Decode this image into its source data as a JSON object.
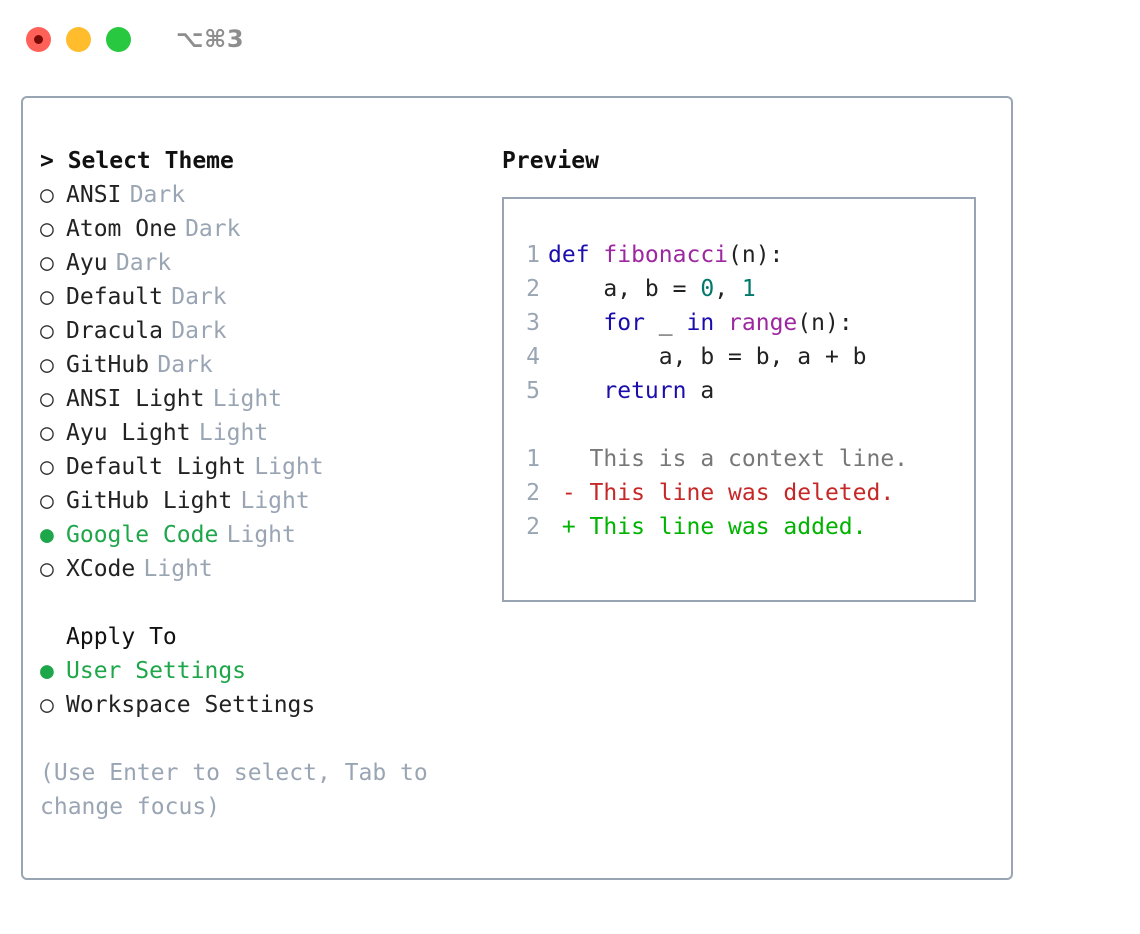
{
  "window": {
    "title": "⌥⌘3",
    "traffic_lights": [
      {
        "name": "close",
        "color": "#FF6159"
      },
      {
        "name": "minimize",
        "color": "#FFBD2E"
      },
      {
        "name": "maximize",
        "color": "#28C840"
      }
    ]
  },
  "colors": {
    "accent_green": "#1EA64A",
    "muted": "#9AA5B4",
    "border": "#9AA5B4",
    "keyword": "#1A0DAB",
    "function": "#9C27A0",
    "number": "#00796B",
    "diff_add": "#00B300",
    "diff_del": "#C62828",
    "diff_ctx": "#777777"
  },
  "theme_picker": {
    "header": "> Select Theme",
    "prompt": ">",
    "bullet_selected": "●",
    "bullet_unselected": "○",
    "options": [
      {
        "label": "ANSI",
        "tag": "Dark",
        "selected": false
      },
      {
        "label": "Atom One",
        "tag": "Dark",
        "selected": false
      },
      {
        "label": "Ayu",
        "tag": "Dark",
        "selected": false
      },
      {
        "label": "Default",
        "tag": "Dark",
        "selected": false
      },
      {
        "label": "Dracula",
        "tag": "Dark",
        "selected": false
      },
      {
        "label": "GitHub",
        "tag": "Dark",
        "selected": false
      },
      {
        "label": "ANSI Light",
        "tag": "Light",
        "selected": false
      },
      {
        "label": "Ayu Light",
        "tag": "Light",
        "selected": false
      },
      {
        "label": "Default Light",
        "tag": "Light",
        "selected": false
      },
      {
        "label": "GitHub Light",
        "tag": "Light",
        "selected": false
      },
      {
        "label": "Google Code",
        "tag": "Light",
        "selected": true
      },
      {
        "label": "XCode",
        "tag": "Light",
        "selected": false
      }
    ]
  },
  "apply_to": {
    "header": "Apply To",
    "options": [
      {
        "label": "User Settings",
        "selected": true
      },
      {
        "label": "Workspace Settings",
        "selected": false
      }
    ]
  },
  "hint": "(Use Enter to select, Tab to change focus)",
  "preview": {
    "title": "Preview",
    "code_lines": [
      {
        "number": "1",
        "tokens": [
          {
            "text": "def ",
            "type": "kw"
          },
          {
            "text": "fibonacci",
            "type": "fn"
          },
          {
            "text": "(n):",
            "type": "plain"
          }
        ]
      },
      {
        "number": "2",
        "tokens": [
          {
            "text": "    a, b = ",
            "type": "plain"
          },
          {
            "text": "0",
            "type": "num"
          },
          {
            "text": ", ",
            "type": "plain"
          },
          {
            "text": "1",
            "type": "num"
          }
        ]
      },
      {
        "number": "3",
        "tokens": [
          {
            "text": "    ",
            "type": "plain"
          },
          {
            "text": "for",
            "type": "kw"
          },
          {
            "text": " _ ",
            "type": "plain"
          },
          {
            "text": "in",
            "type": "kw"
          },
          {
            "text": " ",
            "type": "plain"
          },
          {
            "text": "range",
            "type": "fn"
          },
          {
            "text": "(n):",
            "type": "plain"
          }
        ]
      },
      {
        "number": "4",
        "tokens": [
          {
            "text": "        a, b = b, a + b",
            "type": "plain"
          }
        ]
      },
      {
        "number": "5",
        "tokens": [
          {
            "text": "    ",
            "type": "plain"
          },
          {
            "text": "return",
            "type": "kw"
          },
          {
            "text": " a",
            "type": "plain"
          }
        ]
      }
    ],
    "diff_lines": [
      {
        "number": "1",
        "marker": " ",
        "text": "This is a context line.",
        "type": "ctx"
      },
      {
        "number": "2",
        "marker": "-",
        "text": "This line was deleted.",
        "type": "del"
      },
      {
        "number": "2",
        "marker": "+",
        "text": "This line was added.",
        "type": "add"
      }
    ]
  }
}
